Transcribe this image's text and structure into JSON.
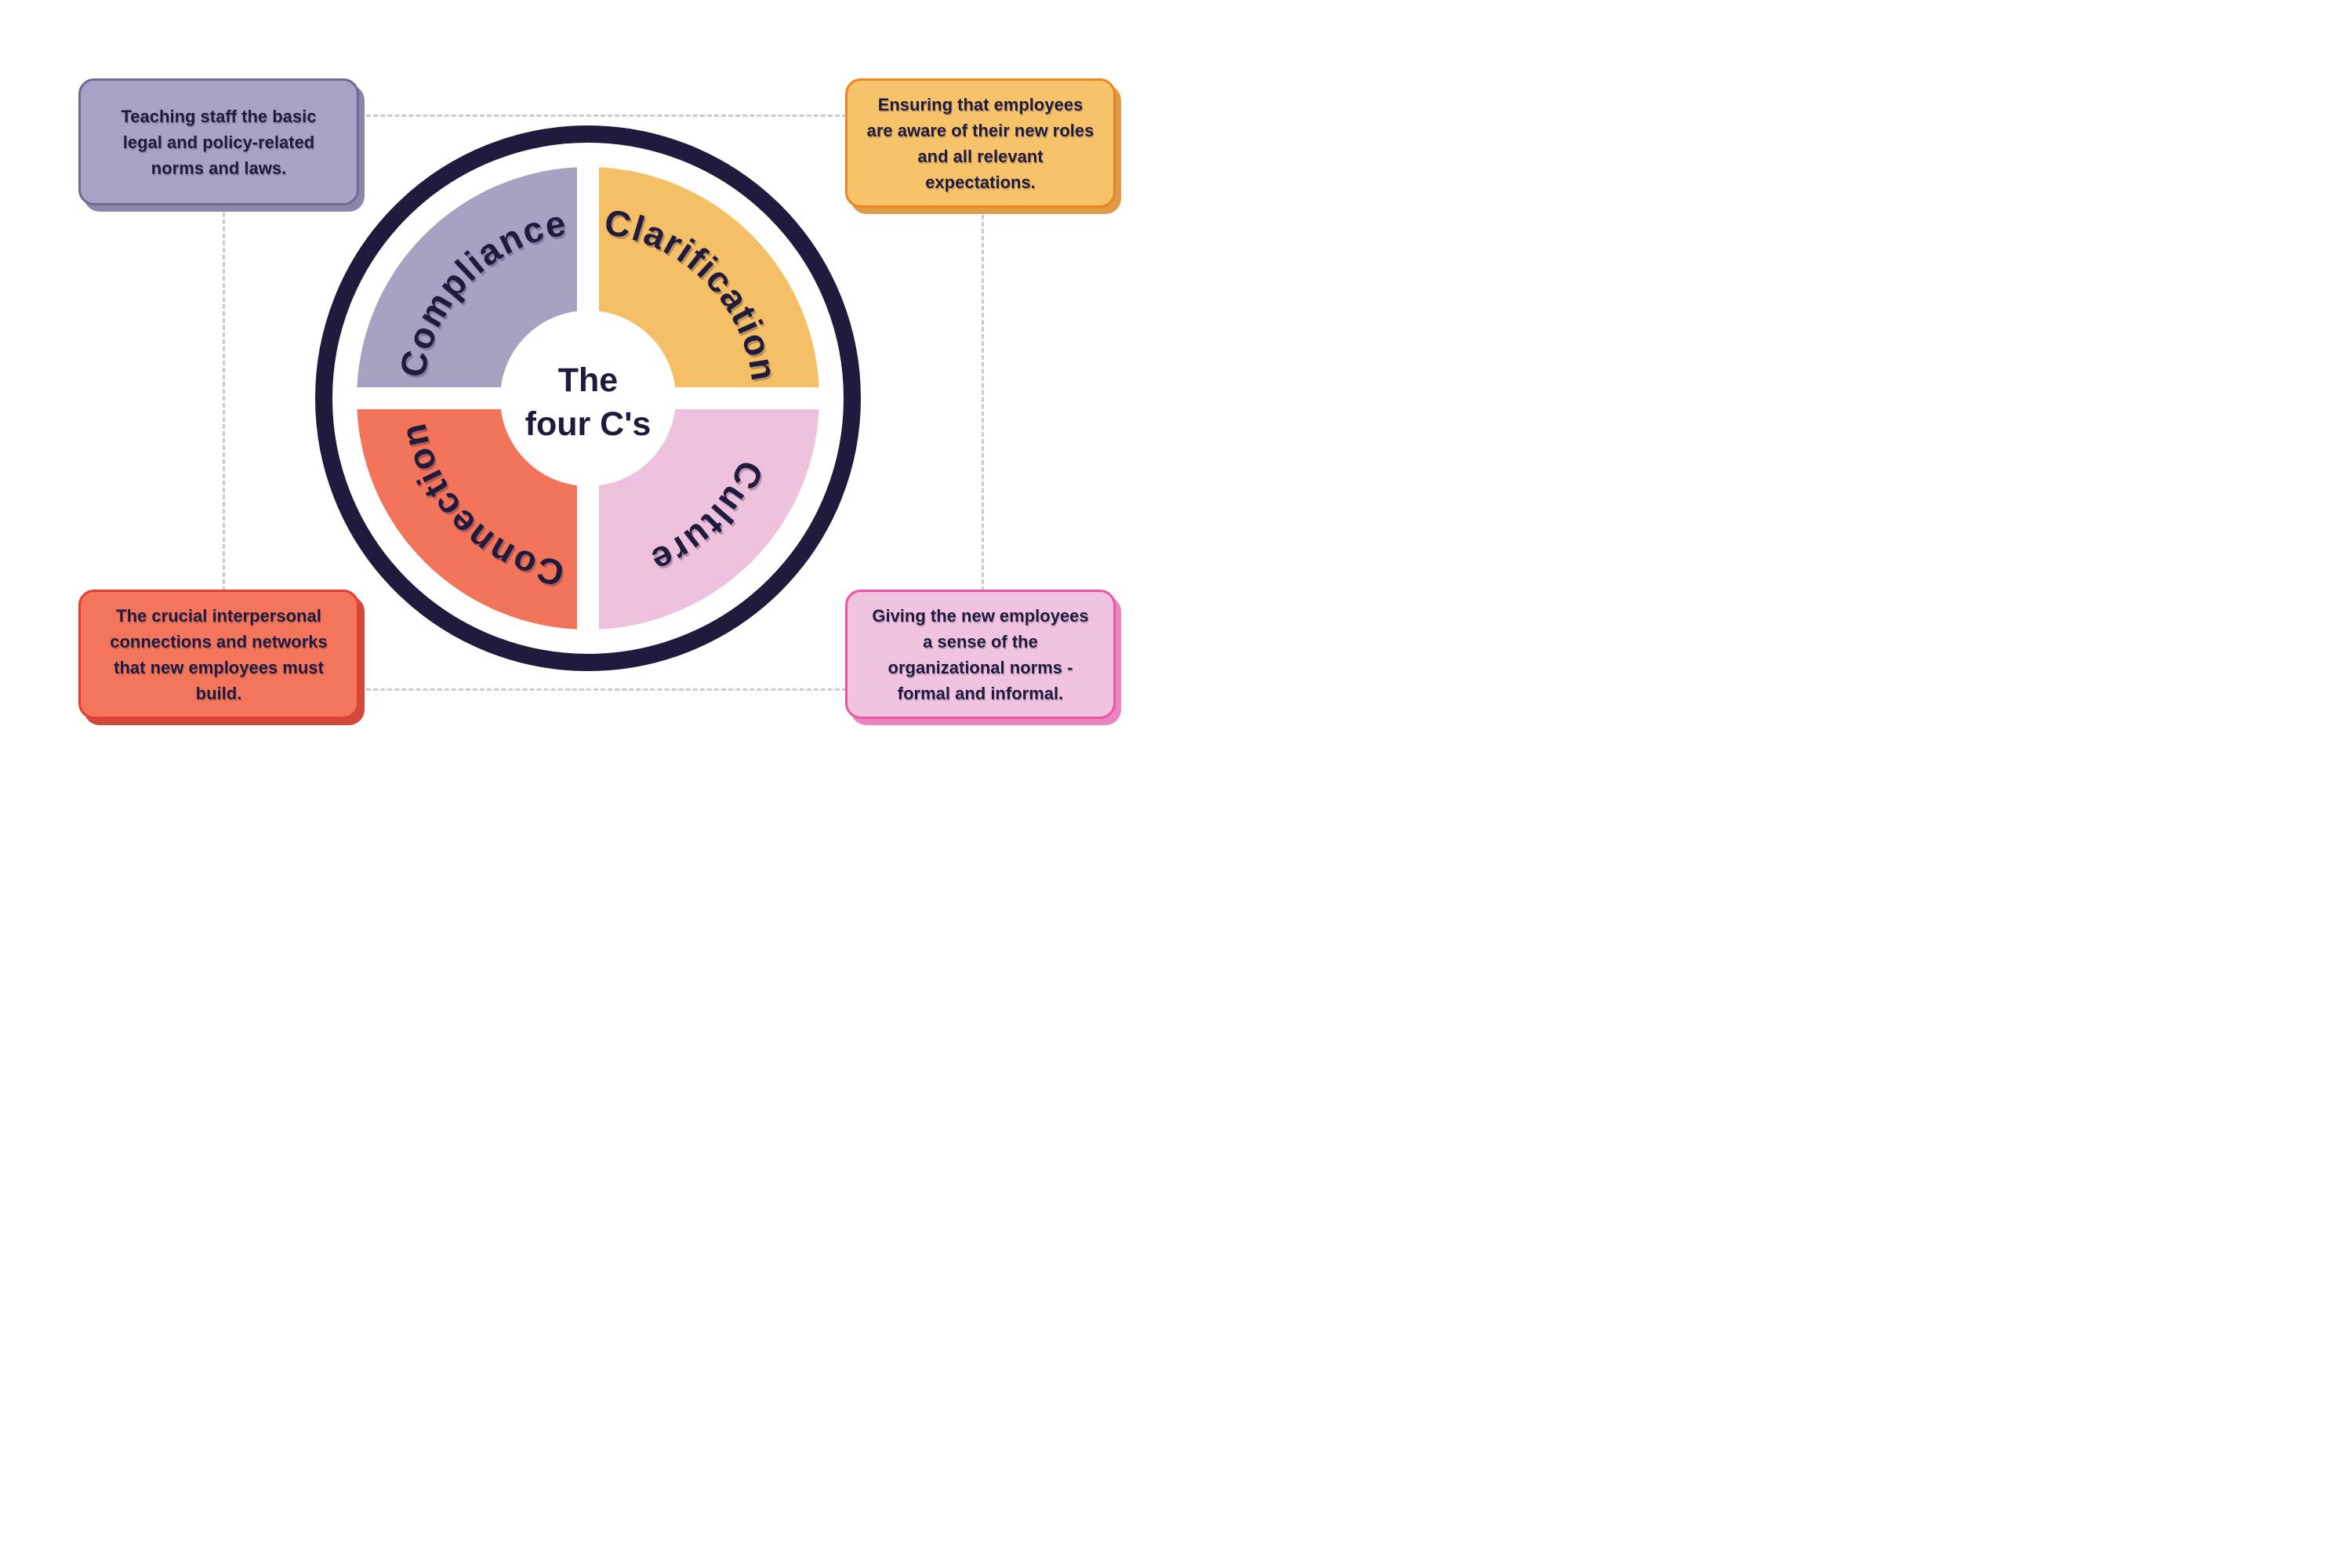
{
  "center": {
    "line1": "The",
    "line2": "four C's"
  },
  "quadrants": {
    "compliance": {
      "label": "Compliance",
      "fill": "#a7a1c2",
      "description": "Teaching staff the basic legal and policy-related norms and laws."
    },
    "clarification": {
      "label": "Clarification",
      "fill": "#f4bf66",
      "description": "Ensuring that employees are aware of their new roles and all relevant expectations."
    },
    "connection": {
      "label": "Connection",
      "fill": "#f2745b",
      "description": "The crucial interpersonal connections and networks that new employees must build."
    },
    "culture": {
      "label": "Culture",
      "fill": "#eec1dd",
      "description": "Giving the new employees a sense of the organizational norms - formal and informal."
    }
  },
  "colors": {
    "ring_navy": "#201a3d",
    "dashed_line": "#ccc9d4",
    "compliance_box_fill": "#a8a2c6",
    "compliance_box_border": "#6f6b92",
    "clarification_box_fill": "#f6c26a",
    "clarification_box_border": "#ef8426",
    "connection_box_fill": "#f3765c",
    "connection_box_border": "#e13f35",
    "culture_box_fill": "#f0c4e0",
    "culture_box_border": "#f052a5"
  }
}
